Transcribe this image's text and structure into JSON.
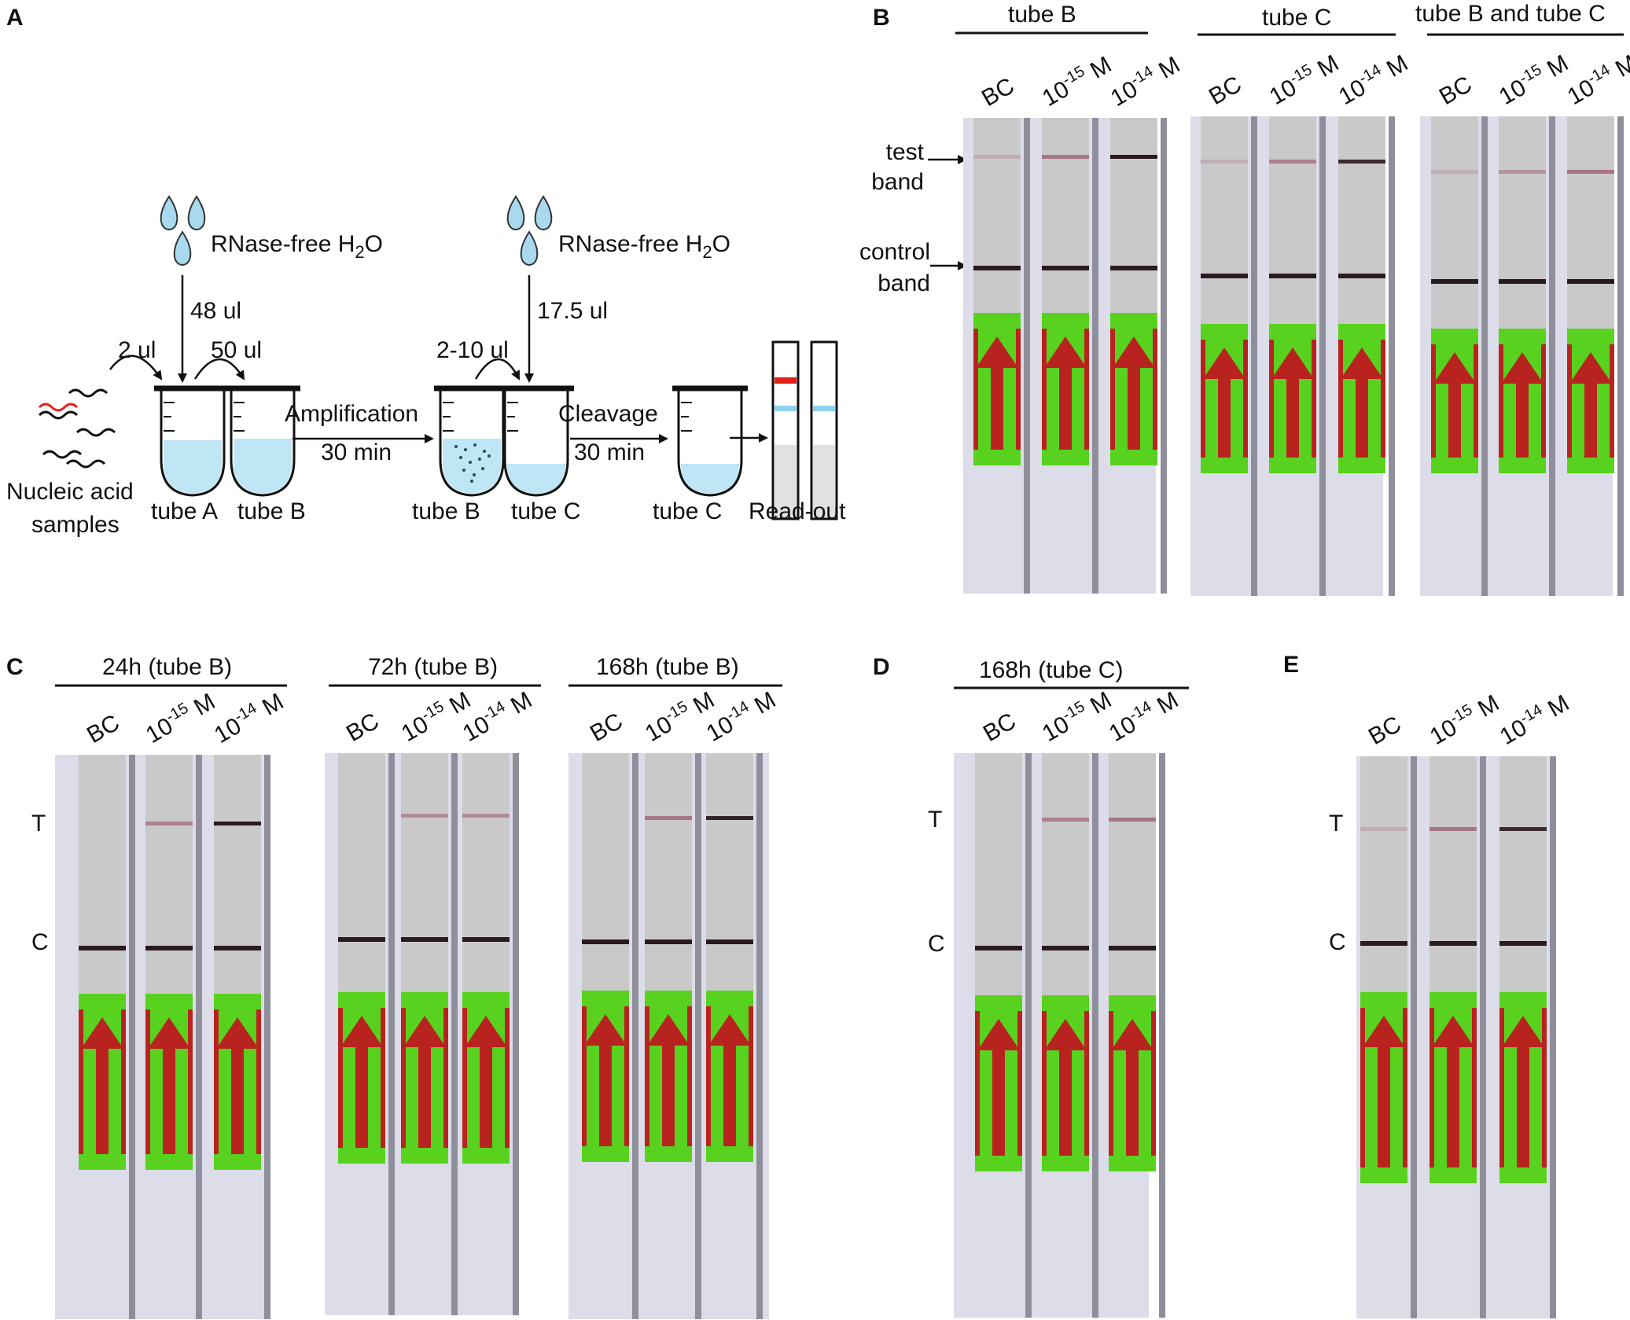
{
  "panels": {
    "A": {
      "letter": "A",
      "water_label_main": "RNase-free H",
      "water_label_sub": "2",
      "water_label_end": "O",
      "vol_48": "48 ul",
      "vol_2": "2 ul",
      "vol_50": "50 ul",
      "vol_2_10": "2-10 ul",
      "vol_17_5": "17.5 ul",
      "step1_top": "Amplification",
      "step1_bottom": "30 min",
      "step2_top": "Cleavage",
      "step2_bottom": "30 min",
      "samples_line1": "Nucleic acid",
      "samples_line2": "samples",
      "tube_a": "tube A",
      "tube_b": "tube B",
      "tube_c": "tube C",
      "readout": "Read-out",
      "colors": {
        "liquid": "#bfe6f5",
        "test_band": "#e32119",
        "control_band": "#8fd2f0",
        "drop": "#a9d9ef"
      }
    },
    "B": {
      "letter": "B",
      "groups": [
        {
          "title": "tube B",
          "lanes": [
            "BC",
            "10",
            "10"
          ]
        },
        {
          "title": "tube C",
          "lanes": [
            "BC",
            "10",
            "10"
          ]
        },
        {
          "title": "tube B and tube C",
          "lanes": [
            "BC",
            "10",
            "10"
          ]
        }
      ],
      "test_band_label_1": "test",
      "test_band_label_2": "band",
      "control_band_label_1": "control",
      "control_band_label_2": "band"
    },
    "C": {
      "letter": "C",
      "groups": [
        {
          "title": "24h (tube B)"
        },
        {
          "title": "72h (tube B)"
        },
        {
          "title": "168h (tube B)"
        }
      ],
      "t_label": "T",
      "c_label": "C"
    },
    "D": {
      "letter": "D",
      "title": "168h (tube C)",
      "t_label": "T",
      "c_label": "C"
    },
    "E": {
      "letter": "E",
      "t_label": "T",
      "c_label": "C"
    }
  },
  "lane_labels": {
    "bc": "BC",
    "base": "10",
    "exp15": "-15",
    "exp14": "-14",
    "unit": " M"
  },
  "strip_colors": {
    "membrane": "#c9c9c9",
    "pad": "#dcdde8",
    "green": "#58d21f",
    "arrow": "#b8231f",
    "line": "#2a1a22",
    "test_line": "#a0607a"
  }
}
